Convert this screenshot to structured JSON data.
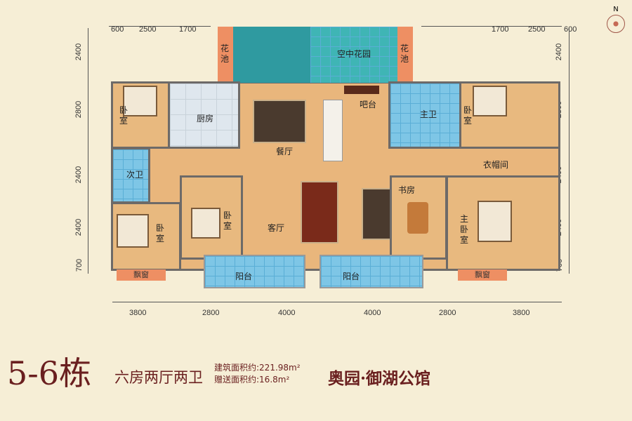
{
  "compass": {
    "label": "N"
  },
  "dimensions": {
    "top_left": [
      "600",
      "2500",
      "1700"
    ],
    "top_right": [
      "1700",
      "2500",
      "600"
    ],
    "left": [
      "2400",
      "2800",
      "2400",
      "2400",
      "700"
    ],
    "right": [
      "2400",
      "2800",
      "2400",
      "2400",
      "700"
    ],
    "bottom": [
      "3800",
      "2800",
      "4000",
      "4000",
      "2800",
      "3800"
    ]
  },
  "rooms": {
    "bedroom_tl": "卧室",
    "kitchen": "厨房",
    "dining": "餐厅",
    "bar": "吧台",
    "master_bath": "主卫",
    "bedroom_tr": "卧室",
    "closet": "衣帽间",
    "second_bath": "次卫",
    "bedroom_bl": "卧室",
    "bedroom_bm": "卧室",
    "living": "客厅",
    "study": "书房",
    "master_bedroom": "主卧室",
    "bay_left": "飘窗",
    "bay_right": "飘窗",
    "balcony_left": "阳台",
    "balcony_right": "阳台",
    "planter_left": "花池",
    "sky_garden": "空中花园",
    "planter_right": "花池"
  },
  "footer": {
    "building": "5-6栋",
    "layout": "六房两厅两卫",
    "built_area_label": "建筑面积约:",
    "built_area": "221.98m²",
    "gift_area_label": "赠送面积约:",
    "gift_area": "16.8m²",
    "project": "奥园·御湖公馆"
  }
}
